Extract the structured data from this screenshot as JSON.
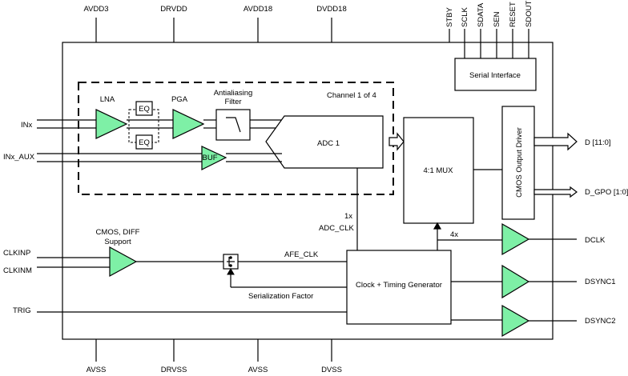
{
  "power_pins_top": [
    "AVDD3",
    "DRVDD",
    "AVDD18",
    "DVDD18"
  ],
  "control_pins_top": [
    "STBY",
    "SCLK",
    "SDATA",
    "SEN",
    "RESET",
    "SDOUT"
  ],
  "ground_pins_bottom": [
    "AVSS",
    "DRVSS",
    "AVSS",
    "DVSS"
  ],
  "inputs": {
    "inx": "INx",
    "inx_aux": "INx_AUX",
    "clkinp": "CLKINP",
    "clkinm": "CLKINM",
    "trig": "TRIG"
  },
  "outputs": {
    "d": "D [11:0]",
    "d_gpo": "D_GPO [1:0]",
    "dclk": "DCLK",
    "dsync1": "DSYNC1",
    "dsync2": "DSYNC2"
  },
  "blocks": {
    "serial_interface": "Serial Interface",
    "channel": "Channel 1 of 4",
    "lna": "LNA",
    "eq_top": "EQ",
    "eq_bottom": "EQ",
    "pga": "PGA",
    "filter_line1": "Antialiasing",
    "filter_line2": "Filter",
    "adc": "ADC 1",
    "buf": "BUF",
    "mux": "4:1 MUX",
    "cmos_driver": "CMOS Output Driver",
    "clk_buffer_line1": "CMOS, DIFF",
    "clk_buffer_line2": "Support",
    "clock_gen": "Clock + Timing Generator"
  },
  "signals": {
    "adc_clk_line1": "1x",
    "adc_clk_line2": "ADC_CLK",
    "afe_clk": "AFE_CLK",
    "serialization_factor": "Serialization Factor",
    "mux_clk": "4x"
  },
  "colors": {
    "amplifier_fill": "#7ef0a6"
  }
}
